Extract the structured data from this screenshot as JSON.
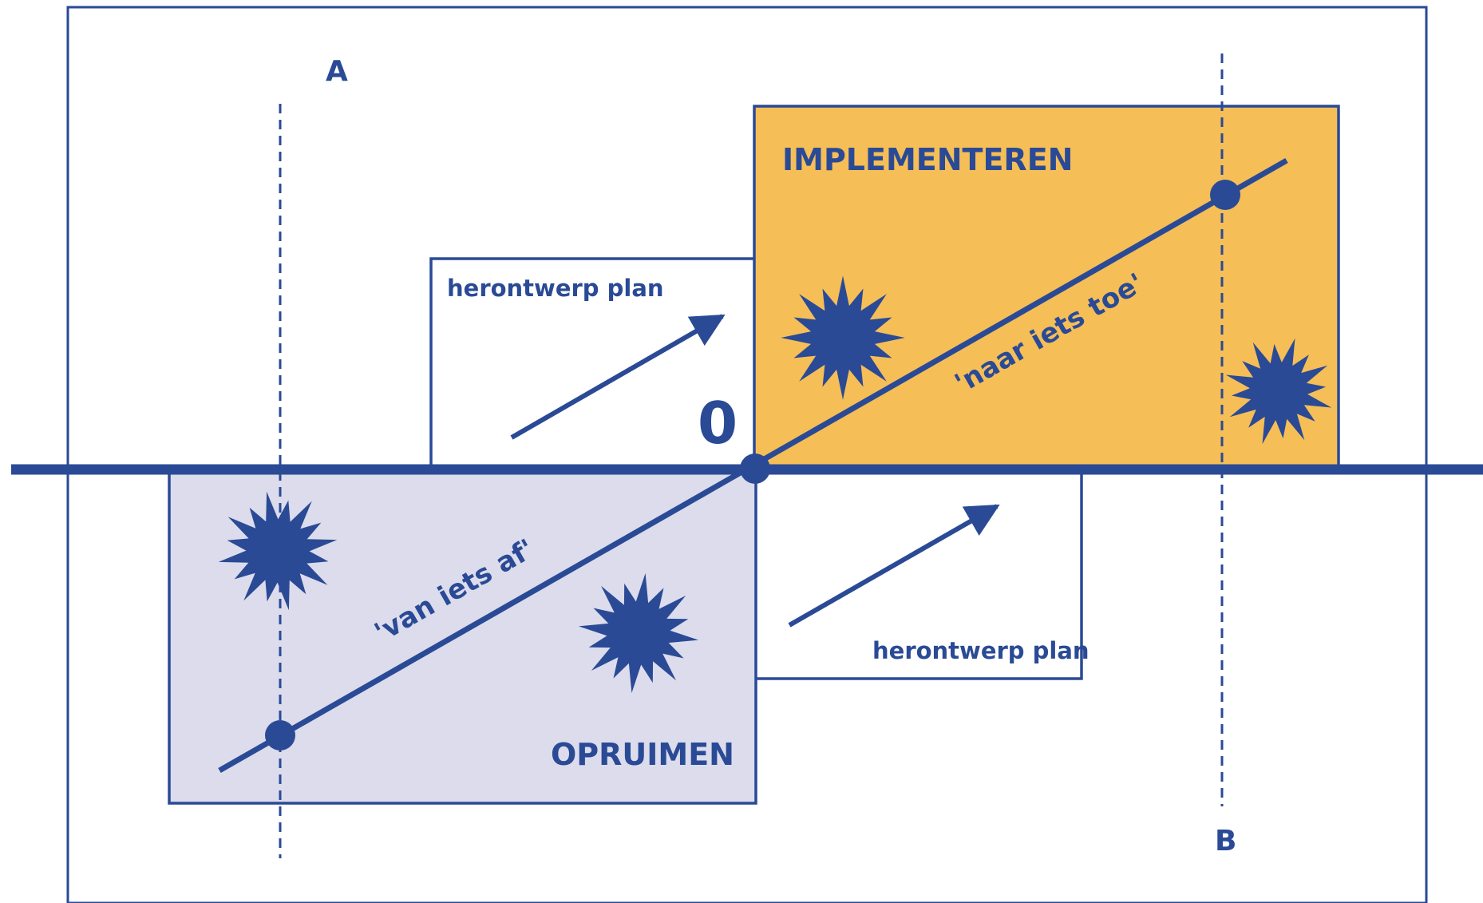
{
  "labels": {
    "a": "A",
    "b": "B",
    "origin": "0",
    "implement": "IMPLEMENTEREN",
    "cleanup": "OPRUIMEN",
    "plan_top": "herontwerp plan",
    "plan_bottom": "herontwerp plan",
    "toward": "'naar iets toe'",
    "away": "'van iets af'"
  },
  "colors": {
    "blue": "#2a4a96",
    "orange": "#f5be57",
    "lavender": "#dcdcec",
    "white": "#ffffff"
  },
  "icons": [
    "burst-icon",
    "arrow-icon",
    "dot-icon"
  ]
}
